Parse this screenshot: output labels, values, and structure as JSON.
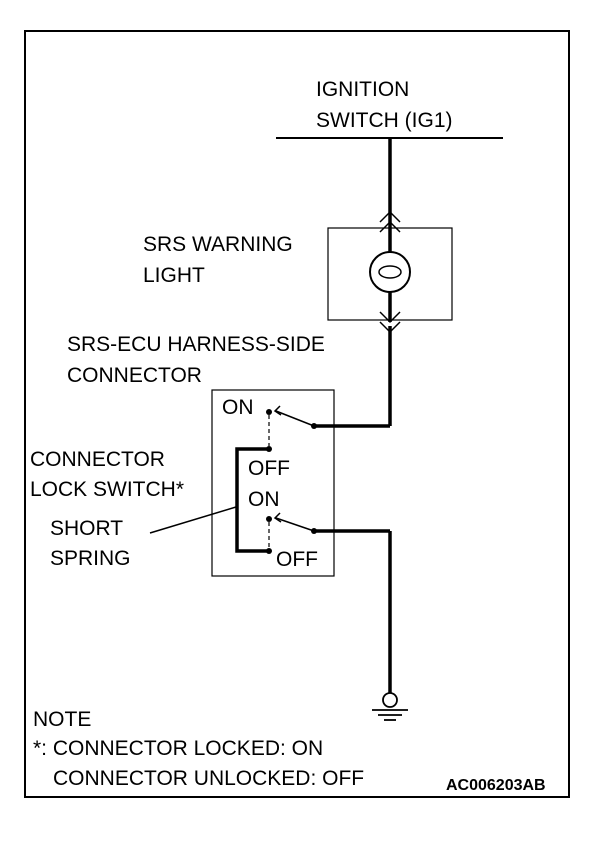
{
  "ignition": {
    "line1": "IGNITION",
    "line2": "SWITCH (IG1)"
  },
  "warning_light": {
    "line1": "SRS WARNING",
    "line2": "LIGHT"
  },
  "connector": {
    "line1": "SRS-ECU HARNESS-SIDE",
    "line2": "CONNECTOR"
  },
  "switch_upper": {
    "on": "ON",
    "off": "OFF"
  },
  "switch_lower": {
    "on": "ON",
    "off": "OFF"
  },
  "lock_switch": {
    "line1": "CONNECTOR",
    "line2": "LOCK SWITCH*"
  },
  "short_spring": {
    "line1": "SHORT",
    "line2": "SPRING"
  },
  "note": {
    "title": "NOTE",
    "line1": "*: CONNECTOR LOCKED: ON",
    "line2": "CONNECTOR UNLOCKED: OFF"
  },
  "figure_code": "AC006203AB"
}
